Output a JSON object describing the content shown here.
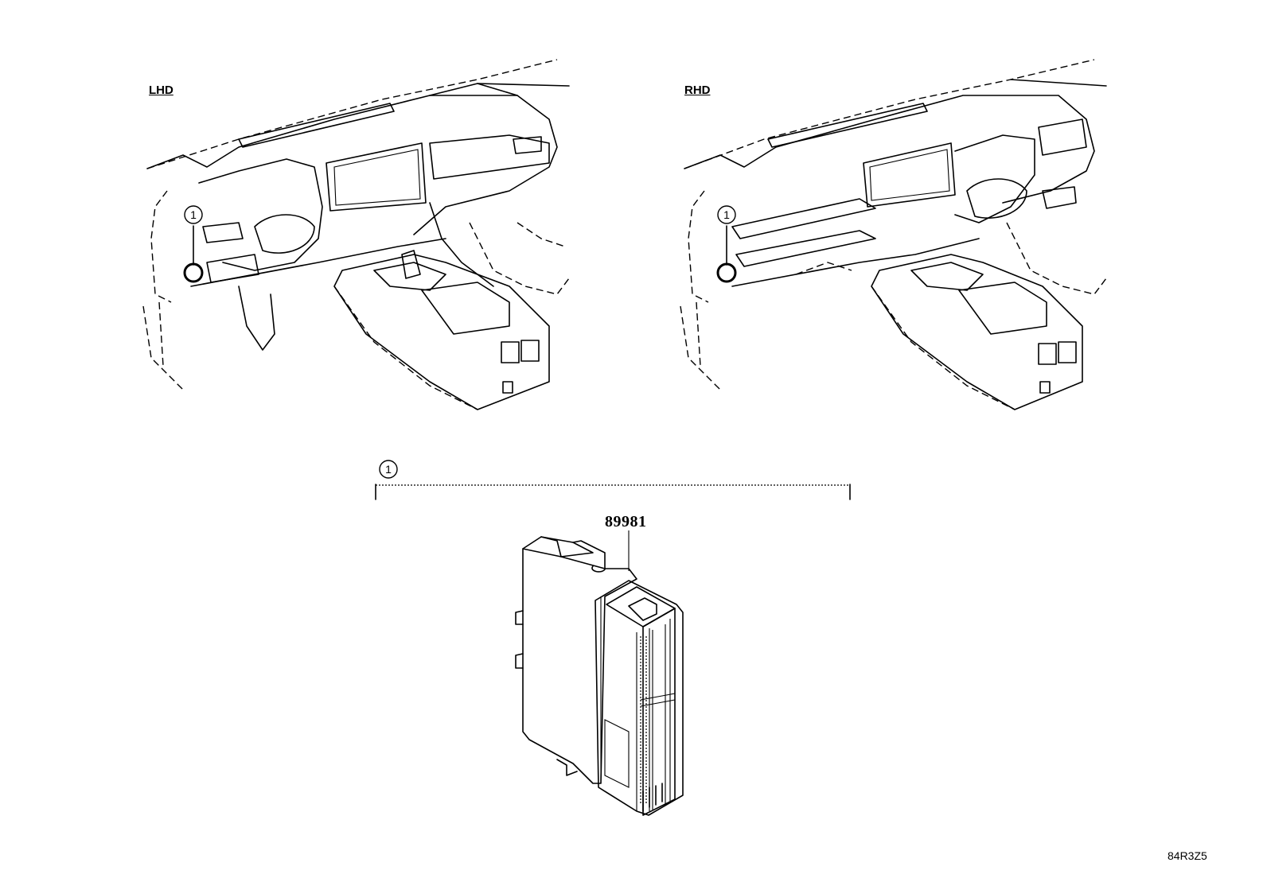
{
  "views": {
    "lhd_label": "LHD",
    "rhd_label": "RHD"
  },
  "callouts": {
    "lhd_ref": "1",
    "rhd_ref": "1",
    "group_ref": "1"
  },
  "part": {
    "number": "89981"
  },
  "figure_code": "84R3Z5"
}
